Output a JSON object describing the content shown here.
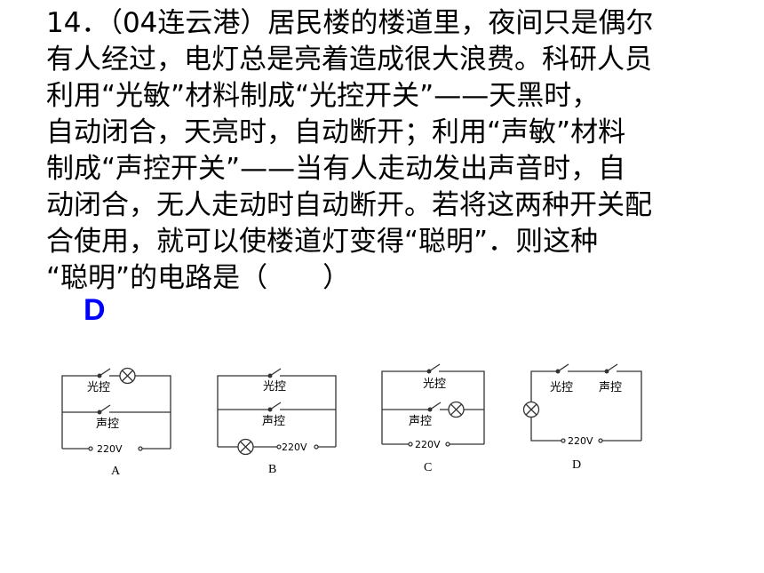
{
  "question": {
    "lines": [
      "14．（04连云港）居民楼的楼道里，夜间只是偶尔",
      "有人经过，电灯总是亮着造成很大浪费。科研人员",
      "利用“光敏”材料制成“光控开关”——天黑时，",
      "自动闭合，天亮时，自动断开；利用“声敏”材料",
      "制成“声控开关”——当有人走动发出声音时，自",
      "动闭合，无人走动时自动断开。若将这两种开关配",
      "合使用，就可以使楼道灯变得“聪明”．则这种",
      "“聪明”的电路是（　　）"
    ]
  },
  "answer": "D",
  "circuits": {
    "light_switch_label": "光控",
    "sound_switch_label": "声控",
    "voltage_label": "220V",
    "options": [
      "A",
      "B",
      "C",
      "D"
    ]
  },
  "colors": {
    "text": "#000000",
    "answer": "#0000ff",
    "wire": "#333333"
  }
}
